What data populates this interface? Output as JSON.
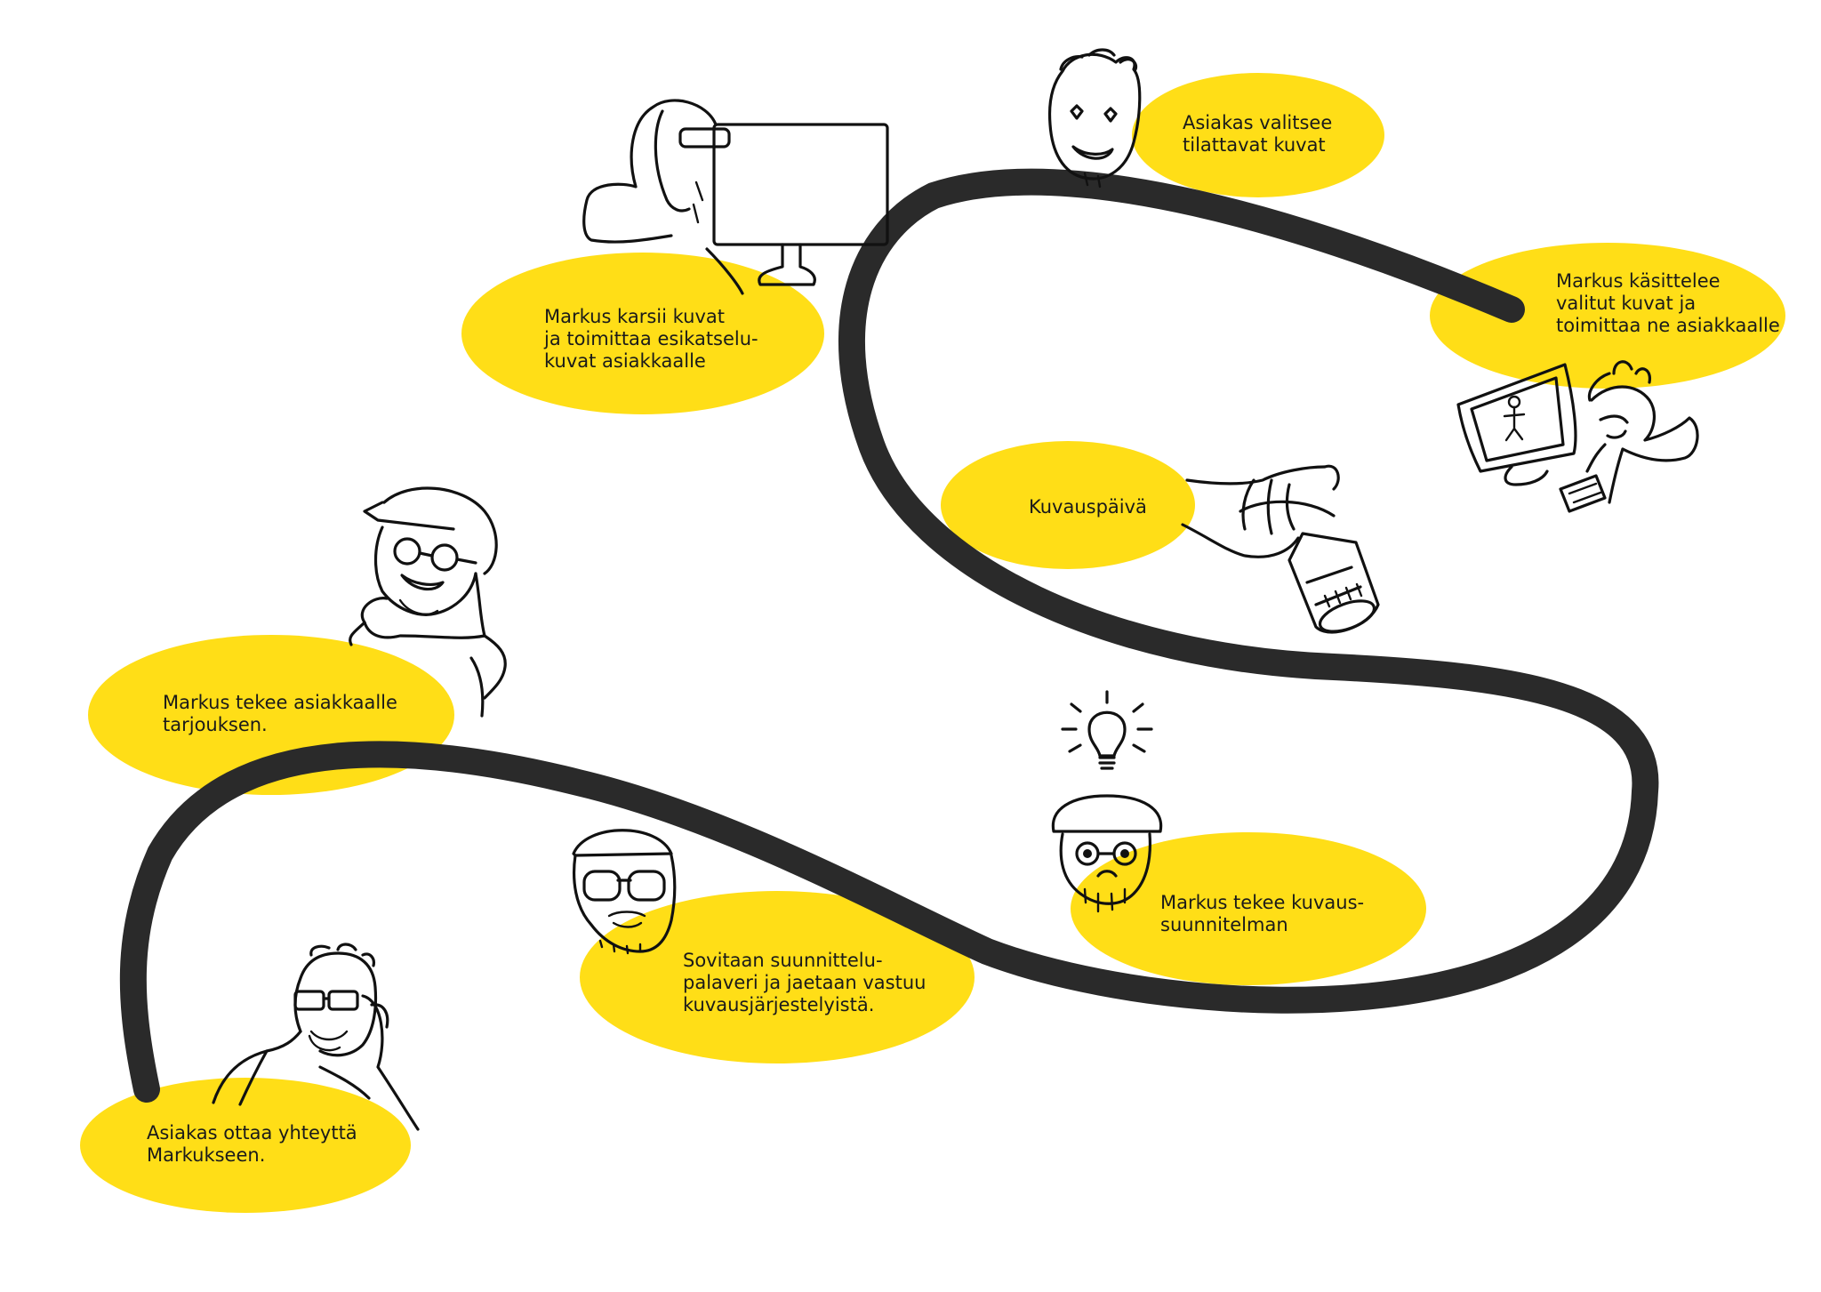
{
  "colors": {
    "bubble": "#FFDE17",
    "road": "#2A2A2A",
    "ink": "#111111",
    "background": "#FFFFFF"
  },
  "steps": [
    {
      "lines": [
        "Asiakas ottaa yhteyttä",
        "Markukseen."
      ],
      "icon": "man-on-phone-icon"
    },
    {
      "lines": [
        "Markus tekee asiakkaalle",
        "tarjouksen."
      ],
      "icon": "smiling-man-with-cap-icon"
    },
    {
      "lines": [
        "Sovitaan suunnittelu-",
        "palaveri ja jaetaan vastuu",
        "kuvausjärjestelyistä."
      ],
      "icon": "man-with-glasses-icon"
    },
    {
      "lines": [
        "Markus tekee kuvaus-",
        "suunnitelman"
      ],
      "icon": "thinking-man-lightbulb-icon"
    },
    {
      "lines": [
        "Kuvauspäivä"
      ],
      "icon": "hand-holding-camera-icon"
    },
    {
      "lines": [
        "Markus karsii kuvat",
        "ja toimittaa esikatselu-",
        "kuvat asiakkaalle"
      ],
      "icon": "man-at-monitor-icon"
    },
    {
      "lines": [
        "Asiakas valitsee",
        "tilattavat kuvat"
      ],
      "icon": "happy-customer-face-icon"
    },
    {
      "lines": [
        "Markus käsittelee",
        "valitut kuvat ja",
        "toimittaa ne asiakkaalle"
      ],
      "icon": "man-editing-at-computer-icon"
    }
  ]
}
